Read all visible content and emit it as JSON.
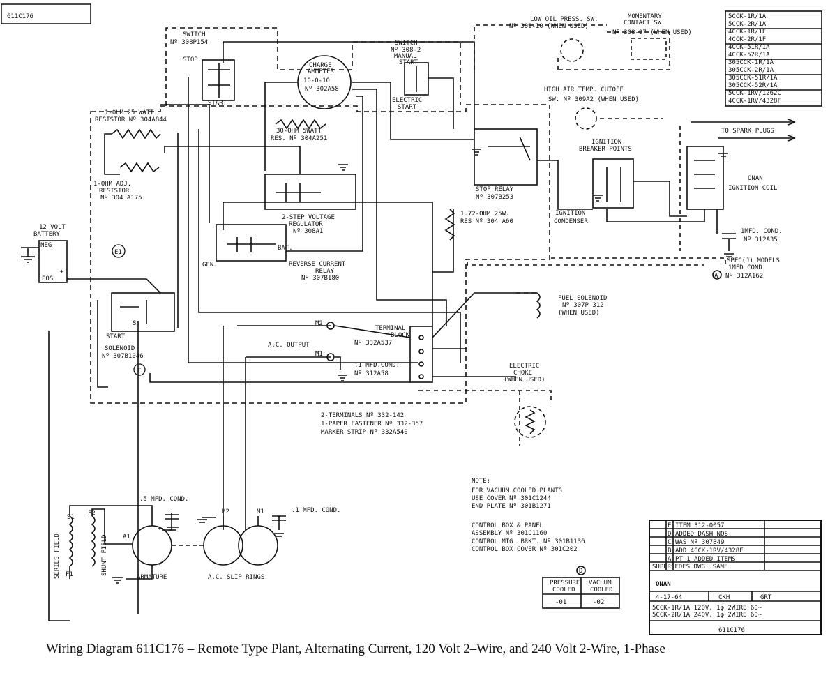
{
  "doc_id": "611C176",
  "caption": "Wiring Diagram 611C176 – Remote Type Plant, Alternating Current, 120 Volt 2–Wire, and 240 Volt 2-Wire, 1-Phase",
  "models": [
    "5CCK-1R/1A",
    "5CCK-2R/1A",
    "4CCK-1R/1F",
    "4CCK-2R/1F",
    "4CCK-51R/1A",
    "4CCK-52R/1A",
    "305CCK-1R/1A",
    "305CCK-2R/1A",
    "305CCK-51R/1A",
    "305CCK-52R/1A",
    "5CCK-1RV/1262C",
    "4CCK-1RV/4328F"
  ],
  "labels": {
    "switch_start": "SWITCH",
    "switch_start_no": "Nº 308P154",
    "stop": "STOP",
    "start": "START",
    "ammeter1": "CHARGE",
    "ammeter2": "AMMETER",
    "ammeter3": "10-0-10",
    "ammeter4": "Nº 302A58",
    "switch_manual": "SWITCH",
    "switch_manual_no": "Nº 308-2",
    "manual": "MANUAL",
    "manual_start": "START",
    "electric": "ELECTRIC",
    "electric_start": "START",
    "low_oil1": "LOW OIL PRESS. SW.",
    "low_oil2": "Nº 309-10 (WHEN USED)",
    "momentary1": "MOMENTARY",
    "momentary2": "CONTACT SW.",
    "momentary3": "Nº 308-97 (WHEN USED)",
    "high_air1": "HIGH AIR TEMP. CUTOFF",
    "high_air2": "SW. Nº 309A2 (WHEN USED)",
    "ign_breaker1": "IGNITION",
    "ign_breaker2": "BREAKER POINTS",
    "to_spark": "TO SPARK PLUGS",
    "onan_coil1": "ONAN",
    "onan_coil2": "IGNITION COIL",
    "res1_1": "1-OHM 25 WATT",
    "res1_2": "RESISTOR Nº 304A844",
    "res30_1": "30-OHM 5WATT",
    "res30_2": "RES. Nº 304A251",
    "adj1": "1-OHM ADJ.",
    "adj2": "RESISTOR",
    "adj3": "Nº 304 A175",
    "battery1": "12 VOLT",
    "battery2": "BATTERY",
    "neg": "NEG",
    "pos": "POS",
    "e1": "E1",
    "vreg1": "2-STEP VOLTAGE",
    "vreg2": "REGULATOR",
    "vreg3": "Nº 308A1",
    "stop_relay1": "STOP RELAY",
    "stop_relay2": "Nº 307B253",
    "res172_1": "1.72-OHM 25W.",
    "res172_2": "RES Nº 304 A60",
    "ign_cond1": "IGNITION",
    "ign_cond2": "CONDENSER",
    "gen": "GEN.",
    "bat": "BAT.",
    "rcr1": "REVERSE CURRENT",
    "rcr2": "RELAY",
    "rcr3": "Nº 307B180",
    "cond1_1": "1MFD. COND.",
    "cond1_2": "Nº 312A35",
    "spec1": "SPEC(J) MODELS",
    "spec2": "1MFD COND.",
    "spec3": "Nº 312A162",
    "a": "A",
    "fuel1": "FUEL SOLENOID",
    "fuel2": "Nº 307P 312",
    "fuel3": "(WHEN USED)",
    "start_sol": "START",
    "sol1": "SOLENOID",
    "sol2": "Nº 307B1046",
    "c": "C",
    "s": "S",
    "m2": "M2",
    "m1": "M1",
    "term1": "TERMINAL",
    "term2": "BLOCK",
    "term3": "Nº 332A537",
    "ac_out": "A.C. OUTPUT",
    "cond58_1": ".1 MFD.COND.",
    "cond58_2": "Nº 312A58",
    "choke1": "ELECTRIC",
    "choke2": "CHOKE",
    "choke3": "(WHEN USED)",
    "parts1": "2-TERMINALS Nº 332-142",
    "parts2": "1-PAPER FASTENER Nº 332-357",
    "parts3": "MARKER STRIP Nº 332A540",
    "note": "NOTE:",
    "note1": "FOR VACUUM COOLED PLANTS",
    "note2": "USE COVER Nº 301C1244",
    "note3": "END PLATE Nº 301B1271",
    "asm1": "CONTROL BOX & PANEL",
    "asm2": "ASSEMBLY Nº 301C1160",
    "asm3": "CONTROL MTG. BRKT. Nº 301B1136",
    "asm4": "CONTROL BOX COVER Nº 301C202",
    "d": "D",
    "pressure1": "PRESSURE",
    "pressure2": "COOLED",
    "vacuum1": "VACUUM",
    "vacuum2": "COOLED",
    "dash01": "-01",
    "dash02": "-02",
    "series_field": "SERIES FIELD",
    "shunt_field": "SHUNT FIELD",
    "cond5": ".5 MFD. COND.",
    "armature": "ARMATURE",
    "slip_rings": "A.C. SLIP RINGS",
    "cond_1mfd": ".1 MFD. COND.",
    "f1": "F1",
    "f2": "F2",
    "s1": "S1",
    "a1": "A1",
    "plus": "+",
    "minus": "-"
  },
  "title_block": {
    "revs": [
      {
        "ltr": "E",
        "desc": "ITEM 312-0057"
      },
      {
        "ltr": "D",
        "desc": "ADDED DASH NOS."
      },
      {
        "ltr": "C",
        "desc": "WAS Nº 307B49"
      },
      {
        "ltr": "B",
        "desc": "ADD 4CCK-1RV/4328F"
      },
      {
        "ltr": "A",
        "desc": "PT 1 ADDED ITEMS"
      }
    ],
    "supersedes": "SUPERSEDES DWG. SAME",
    "company": "ONAN",
    "date": "4-17-64",
    "drawn": "CKH",
    "checked": "GRT",
    "desc1": "5CCK-1R/1A 120V. 1φ 2WIRE 60~",
    "desc2": "5CCK-2R/1A 240V. 1φ 2WIRE 60~",
    "dwg_no": "611C176"
  }
}
